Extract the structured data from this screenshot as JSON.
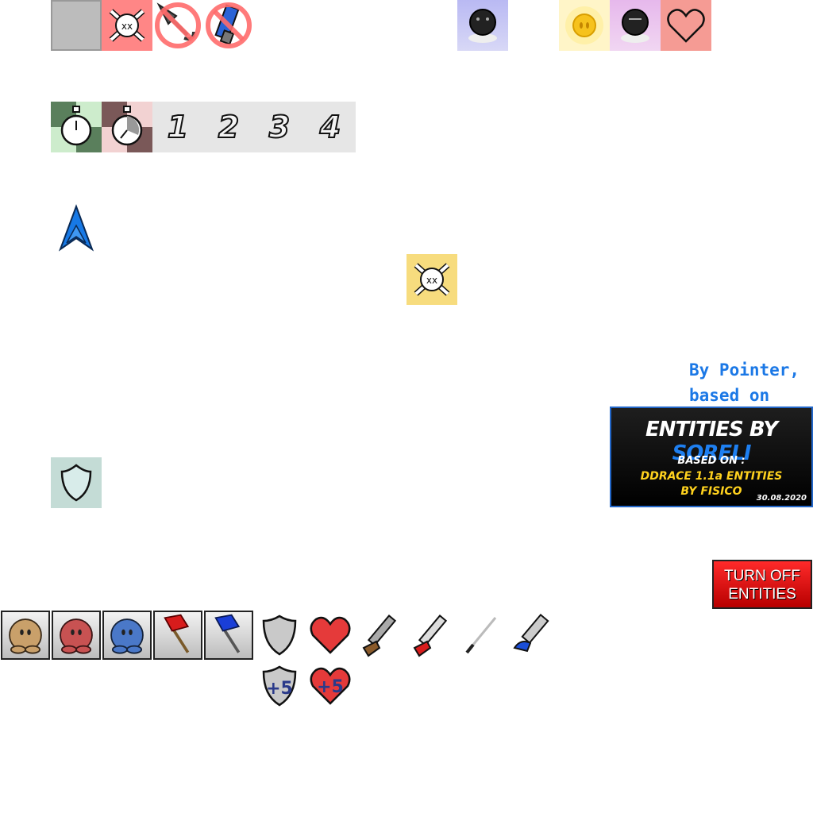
{
  "game": {
    "overlay_tiles": {
      "row1": [
        "air-tile-icon",
        "death-tile-icon",
        "no-hook-icon",
        "no-laser-icon"
      ],
      "weather": [
        "freeze-tile-icon",
        "unfreeze-tile-icon",
        "deep-freeze-tile-icon",
        "life-heart-icon"
      ],
      "row2": [
        "start-timer-icon",
        "finish-timer-icon"
      ],
      "team_numbers": [
        "1",
        "2",
        "3",
        "4"
      ]
    },
    "credit": {
      "line1": "By Pointer,",
      "line2": "based on"
    },
    "banner": {
      "title_by": "ENTITIES BY ",
      "title_author": "SORELI",
      "based_on": "BASED ON :",
      "source_line1": "DDRACE 1.1a ENTITIES",
      "source_line2": "BY FISICO",
      "date": "30.08.2020"
    },
    "toggle_button": {
      "line1": "TURN OFF",
      "line2": "ENTITIES"
    },
    "pickups": {
      "armor_plus": "+5",
      "health_plus": "+5"
    },
    "colors": {
      "credit_blue": "#1b78e6",
      "banner_yellow": "#ffd21e",
      "button_red": "#e00000",
      "death_red": "#ff8484"
    }
  }
}
